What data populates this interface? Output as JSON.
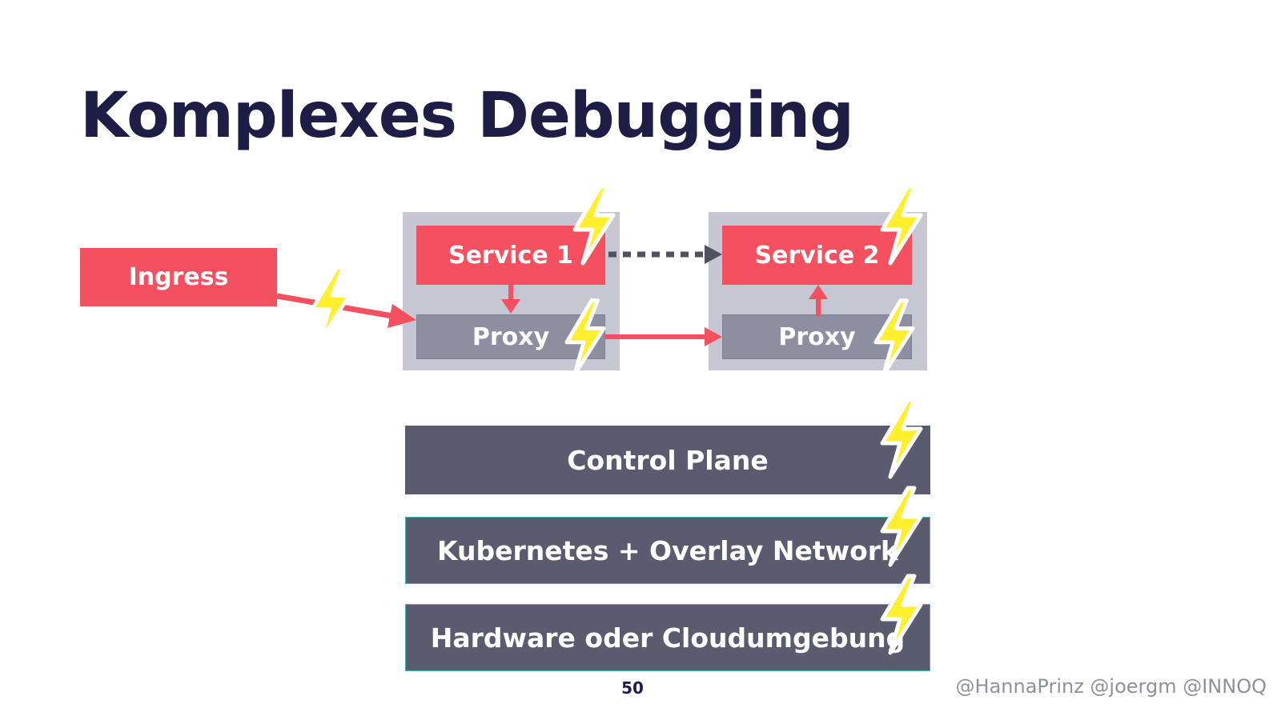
{
  "slide": {
    "title": "Komplexes Debugging",
    "page_number": "50",
    "credits": "@HannaPrinz @joergm @INNOQ"
  },
  "diagram": {
    "ingress": "Ingress",
    "service_1": "Service 1",
    "service_2": "Service 2",
    "proxy_1": "Proxy",
    "proxy_2": "Proxy",
    "layers": [
      "Control Plane",
      "Kubernetes + Overlay Network",
      "Hardware oder Cloudumgebung"
    ]
  },
  "colors": {
    "title": "#1e1d45",
    "service": "#f5505f",
    "proxy": "#8d8fa1",
    "group": "#c6c7d2",
    "layer": "#5a5b6e",
    "arrow": "#f5505f",
    "dotted_arrow": "#51525f",
    "lightning": "#ffef2e"
  },
  "icons": [
    "lightning-bolt-icon"
  ]
}
